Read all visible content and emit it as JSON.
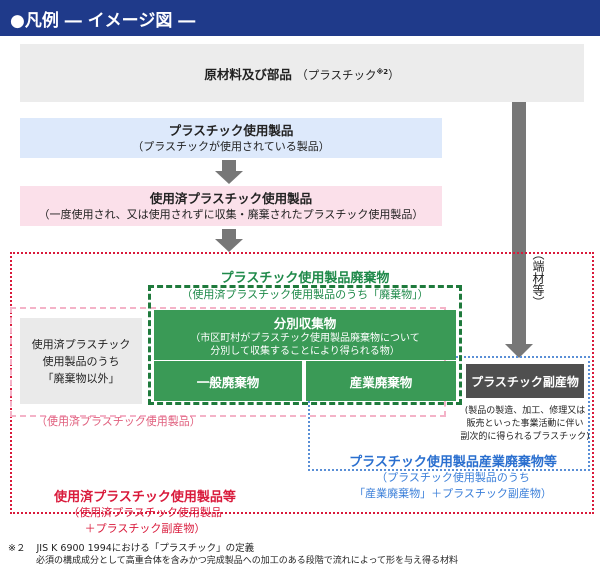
{
  "header": {
    "title": "●凡例 ― イメージ図 ―"
  },
  "raw_materials": {
    "title": "原材料及び部品",
    "note": "（プラスチック",
    "mark": "※2",
    "note_end": "）"
  },
  "plastic_products": {
    "title": "プラスチック使用製品",
    "subtitle": "（プラスチックが使用されている製品）"
  },
  "used_products": {
    "title": "使用済プラスチック使用製品",
    "subtitle": "（一度使用され、又は使用されずに収集・廃棄されたプラスチック使用製品）"
  },
  "offcut_label": "（端材等）",
  "product_waste": {
    "title": "プラスチック使用製品廃棄物",
    "subtitle": "（使用済プラスチック使用製品のうち「廃棄物」）"
  },
  "separate_collection": {
    "title": "分別収集物",
    "desc1": "（市区町村がプラスチック使用製品廃棄物について",
    "desc2": "分別して収集することにより得られる物）"
  },
  "general_waste": "一般廃棄物",
  "industrial_waste": "産業廃棄物",
  "non_waste": {
    "line1": "使用済プラスチック",
    "line2": "使用製品のうち",
    "line3": "「廃棄物以外」"
  },
  "pink_label": "（使用済プラスチック使用製品）",
  "byproduct": {
    "title": "プラスチック副産物",
    "desc1": "(製品の製造、加工、修理又は",
    "desc2": "販売といった事業活動に伴い",
    "desc3": "副次的に得られるプラスチック)"
  },
  "industrial_product_waste": {
    "title": "プラスチック使用製品産業廃棄物等",
    "sub1": "（プラスチック使用製品のうち",
    "sub2": "「産業廃棄物」＋プラスチック副産物）"
  },
  "used_products_etc": {
    "title": "使用済プラスチック使用製品等",
    "sub1": "（使用済プラスチック使用製品",
    "sub2": "＋プラスチック副産物）"
  },
  "footnote": {
    "mark": "※２",
    "line1": "JIS K 6900 1994における「プラスチック」の定義",
    "line2": "必須の構成成分として高重合体を含みかつ完成製品への加工のある段階で流れによって形を与え得る材料"
  },
  "colors": {
    "header": "#1f3a8a",
    "green": "#3a9a56",
    "red": "#d91a3b",
    "blue": "#2a6fcf"
  }
}
